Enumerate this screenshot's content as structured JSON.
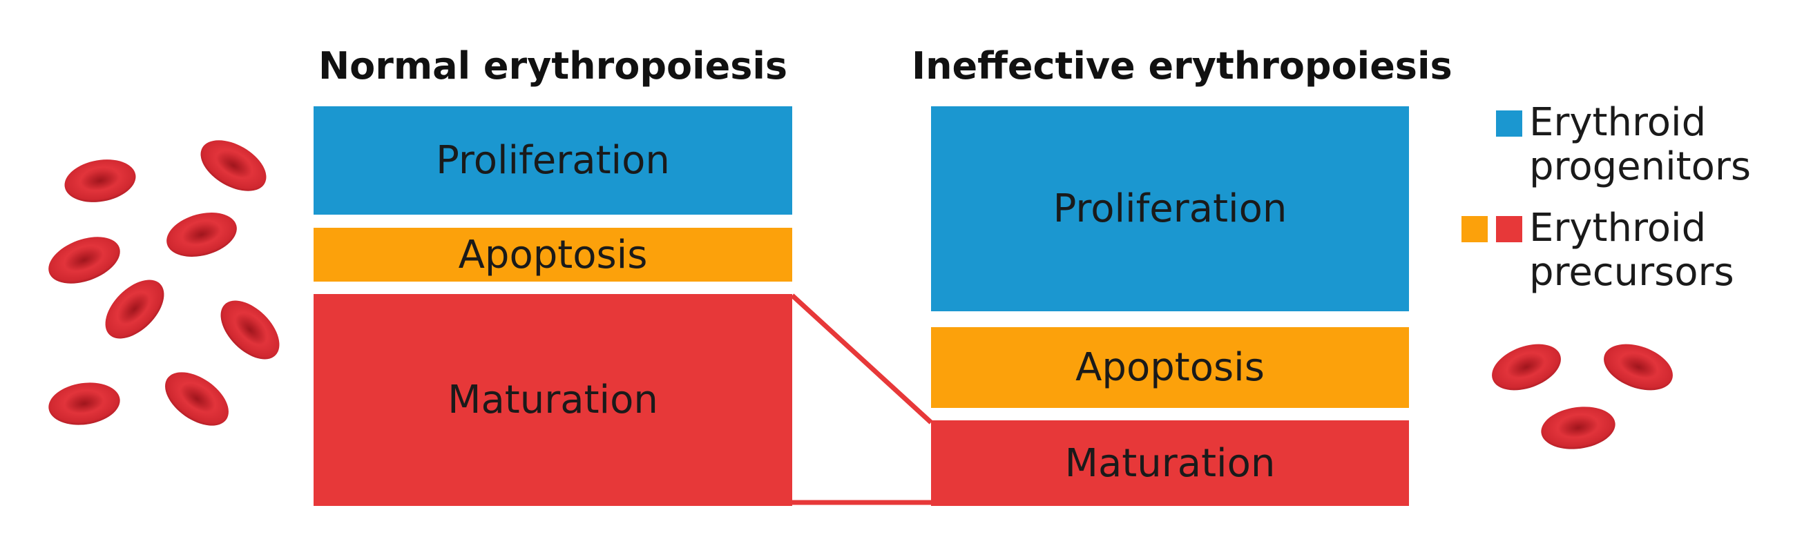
{
  "colors": {
    "progenitor_blue": "#1B97D0",
    "apoptosis_orange": "#FCA10B",
    "precursor_red": "#E73839",
    "cell_red": "#D92D35"
  },
  "normal": {
    "title": "Normal erythropoiesis",
    "proliferation": "Proliferation",
    "apoptosis": "Apoptosis",
    "maturation": "Maturation"
  },
  "ineffective": {
    "title": "Ineffective erythropoiesis",
    "proliferation": "Proliferation",
    "apoptosis": "Apoptosis",
    "maturation": "Maturation"
  },
  "legend": {
    "progenitors_line1": "Erythroid",
    "progenitors_line2": "progenitors",
    "precursors_line1": "Erythroid",
    "precursors_line2": "precursors"
  },
  "decorations": {
    "cell_icon": "red-blood-cell-icon"
  }
}
